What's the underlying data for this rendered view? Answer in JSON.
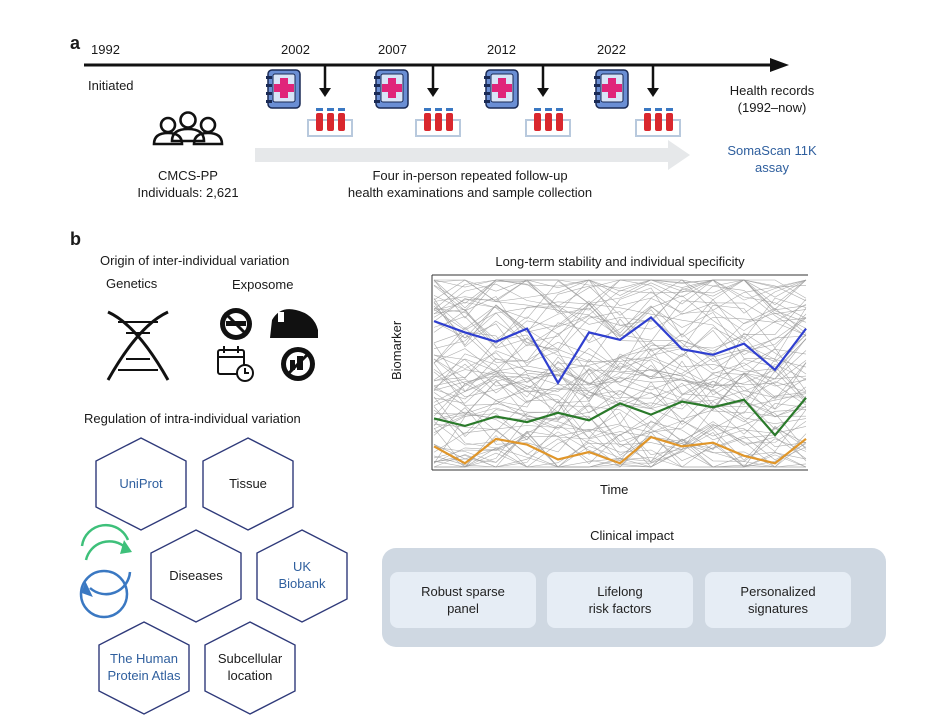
{
  "panel_a": {
    "label": "a",
    "start_year": "1992",
    "initiated": "Initiated",
    "cohort_name": "CMCS-PP",
    "individuals": "Individuals: 2,621",
    "followup_years": [
      "2002",
      "2007",
      "2012",
      "2022"
    ],
    "followup_text_line1": "Four in-person repeated follow-up",
    "followup_text_line2": "health examinations and sample collection",
    "health_records_line1": "Health records",
    "health_records_line2": "(1992–now)",
    "assay_line1": "SomaScan 11K",
    "assay_line2": "assay"
  },
  "panel_b": {
    "label": "b",
    "inter_title": "Origin of inter-individual variation",
    "genetics": "Genetics",
    "exposome": "Exposome",
    "intra_title": "Regulation of intra-individual variation",
    "hexagons": {
      "uniprot": "UniProt",
      "tissue": "Tissue",
      "diseases": "Diseases",
      "uk_biobank_line1": "UK",
      "uk_biobank_line2": "Biobank",
      "hpa_line1": "The Human",
      "hpa_line2": "Protein Atlas",
      "subcellular_line1": "Subcellular",
      "subcellular_line2": "location"
    },
    "stability_title": "Long-term stability and individual specificity",
    "clinical_title": "Clinical impact",
    "impact_boxes": [
      {
        "line1": "Robust sparse",
        "line2": "panel"
      },
      {
        "line1": "Lifelong",
        "line2": "risk factors"
      },
      {
        "line1": "Personalized",
        "line2": "signatures"
      }
    ]
  },
  "chart_data": {
    "type": "line",
    "xlabel": "Time",
    "ylabel": "Biomarker",
    "x": [
      0,
      1,
      2,
      3,
      4,
      5,
      6,
      7,
      8,
      9,
      10,
      11
    ],
    "ylim": [
      0,
      100
    ],
    "background_series_count": 80,
    "series": [
      {
        "color": "#2f3fd0",
        "values": [
          78,
          72,
          67,
          74,
          45,
          72,
          68,
          80,
          63,
          60,
          66,
          52,
          74
        ]
      },
      {
        "color": "#2a7a2a",
        "values": [
          26,
          22,
          27,
          24,
          29,
          25,
          34,
          28,
          35,
          32,
          36,
          17,
          37
        ]
      },
      {
        "color": "#e0962a",
        "values": [
          11,
          2,
          15,
          12,
          4,
          8,
          2,
          16,
          11,
          13,
          6,
          2,
          15
        ]
      }
    ],
    "highlight_colors": [
      "#2f3fd0",
      "#2a7a2a",
      "#e0962a"
    ]
  },
  "colors": {
    "hexagon_stroke": "#2f3a7a",
    "tube_red": "#d9272e",
    "tube_cap": "#3a78c2",
    "tray": "#b8c9dd",
    "notebook": "#6a8ed4",
    "cross": "#e0257a",
    "arrow_band": "#e6e8ea",
    "impact_panel": "#cfd8e2",
    "cycle_green": "#3ec07a",
    "cycle_blue": "#3a78c2"
  }
}
